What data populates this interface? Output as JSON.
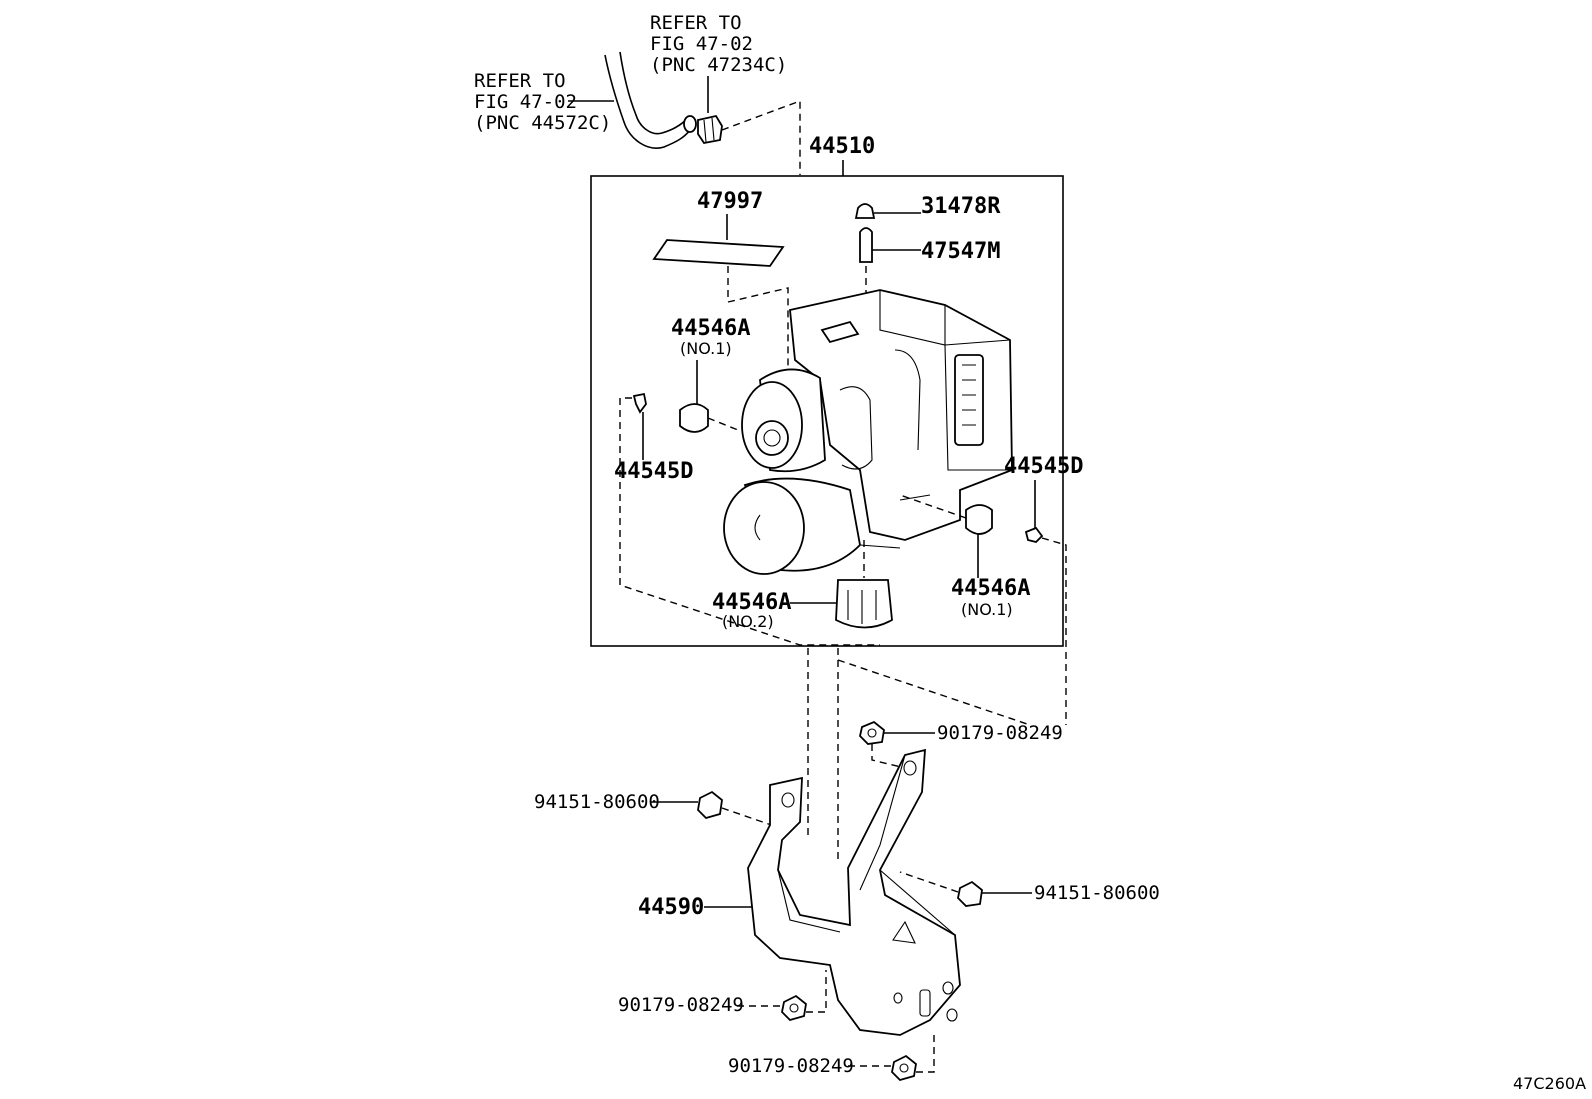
{
  "diagram_code": "47C260A",
  "assembly": {
    "number": "44510"
  },
  "refs": {
    "hose": {
      "line1": "REFER TO",
      "line2": "FIG 47-02",
      "line3": "(PNC 44572C)"
    },
    "clip": {
      "line1": "REFER TO",
      "line2": "FIG 47-02",
      "line3": "(PNC 47234C)"
    }
  },
  "parts": {
    "p47997": "47997",
    "p31478R": "31478R",
    "p47547M": "47547M",
    "p44546A_left": "44546A",
    "p44546A_left_note": "(NO.1)",
    "p44545D_left": "44545D",
    "p44545D_right": "44545D",
    "p44546A_right": "44546A",
    "p44546A_right_note": "(NO.1)",
    "p44546A_bottom": "44546A",
    "p44546A_bottom_note": "(NO.2)",
    "p90179_top": "90179-08249",
    "p94151_left": "94151-80600",
    "p94151_right": "94151-80600",
    "p44590": "44590",
    "p90179_mid": "90179-08249",
    "p90179_bottom": "90179-08249"
  }
}
